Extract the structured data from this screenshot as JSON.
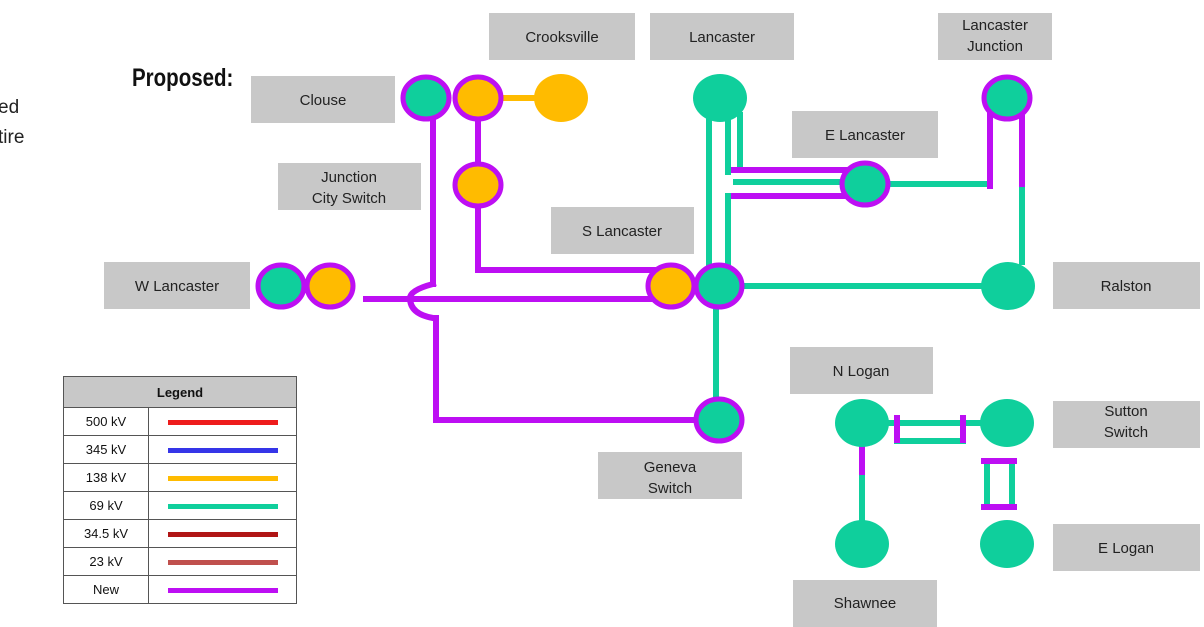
{
  "title": "Proposed:",
  "fragments": [
    "ed",
    "tire"
  ],
  "colors": {
    "new": "#bd0ff3",
    "kv69": "#0fcf9c",
    "kv138": "#ffbb00",
    "label_box": "#c8c8c8"
  },
  "stations": {
    "crooksville": "Crooksville",
    "lancaster": "Lancaster",
    "lancaster_junction_1": "Lancaster",
    "lancaster_junction_2": "Junction",
    "clouse": "Clouse",
    "e_lancaster": "E Lancaster",
    "junction_city_1": "Junction",
    "junction_city_2": "City Switch",
    "s_lancaster": "S Lancaster",
    "w_lancaster": "W Lancaster",
    "ralston": "Ralston",
    "n_logan": "N Logan",
    "sutton_1": "Sutton",
    "sutton_2": "Switch",
    "geneva_1": "Geneva",
    "geneva_2": "Switch",
    "e_logan": "E Logan",
    "shawnee": "Shawnee"
  },
  "legend": {
    "header": "Legend",
    "rows": [
      {
        "label": "500 kV",
        "color": "#ee1c1c"
      },
      {
        "label": "345 kV",
        "color": "#3535e8"
      },
      {
        "label": "138 kV",
        "color": "#ffbb00"
      },
      {
        "label": "69 kV",
        "color": "#0fcf9c"
      },
      {
        "label": "34.5 kV",
        "color": "#b01515"
      },
      {
        "label": "23 kV",
        "color": "#c0504d"
      },
      {
        "label": "New",
        "color": "#bd0ff3"
      }
    ]
  }
}
